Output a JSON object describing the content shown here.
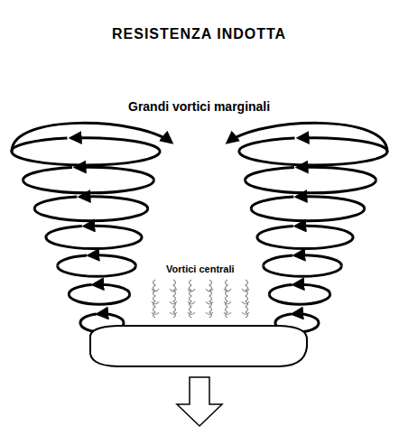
{
  "diagram": {
    "title": "RESISTENZA INDOTTA",
    "labels": [
      "Grandi vortici marginali",
      "Vortici centrali"
    ]
  }
}
